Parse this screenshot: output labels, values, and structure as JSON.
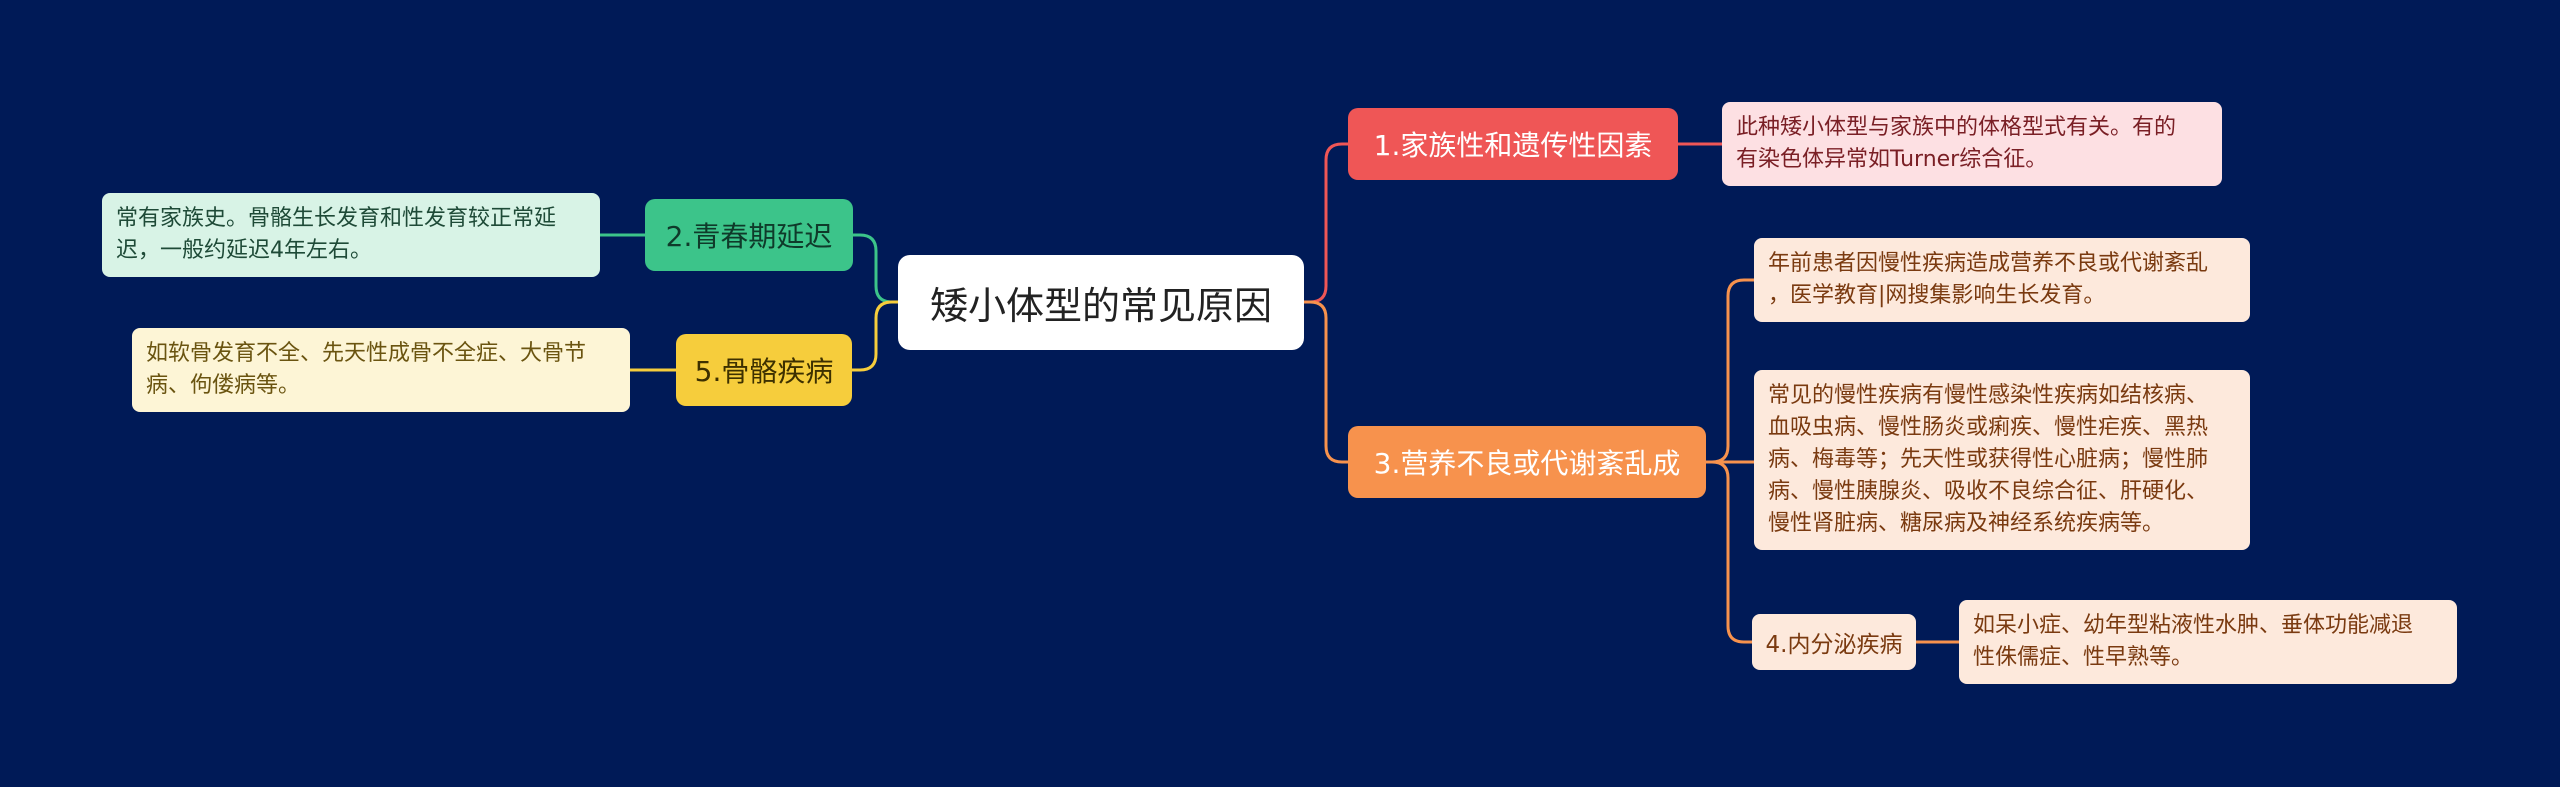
{
  "root": {
    "title": "矮小体型的常见原因"
  },
  "branches": {
    "family": {
      "label": "1.家族性和遗传性因素",
      "color": "#ef5656",
      "note": [
        "此种矮小体型与家族中的体格型式有关。有的",
        "有染色体异常如Turner综合征。"
      ]
    },
    "nutrition": {
      "label": "3.营养不良或代谢紊乱成",
      "color": "#f7924d",
      "notes": [
        [
          "年前患者因慢性疾病造成营养不良或代谢紊乱",
          "，医学教育|网搜集影响生长发育。"
        ],
        [
          "常见的慢性疾病有慢性感染性疾病如结核病、",
          "血吸虫病、慢性肠炎或痢疾、慢性疟疾、黑热",
          "病、梅毒等；先天性或获得性心脏病；慢性肺",
          "病、慢性胰腺炎、吸收不良综合征、肝硬化、",
          "慢性肾脏病、糖尿病及神经系统疾病等。"
        ]
      ],
      "sub": {
        "label": "4.内分泌疾病",
        "note": [
          "如呆小症、幼年型粘液性水肿、垂体功能减退",
          "性侏儒症、性早熟等。"
        ]
      }
    },
    "puberty": {
      "label": "2.青春期延迟",
      "color": "#3cc48a",
      "note": [
        "常有家族史。骨骼生长发育和性发育较正常延",
        "迟，一般约延迟4年左右。"
      ]
    },
    "bone": {
      "label": "5.骨骼疾病",
      "color": "#f6cd3c",
      "note": [
        "如软骨发育不全、先天性成骨不全症、大骨节",
        "病、佝偻病等。"
      ]
    }
  }
}
